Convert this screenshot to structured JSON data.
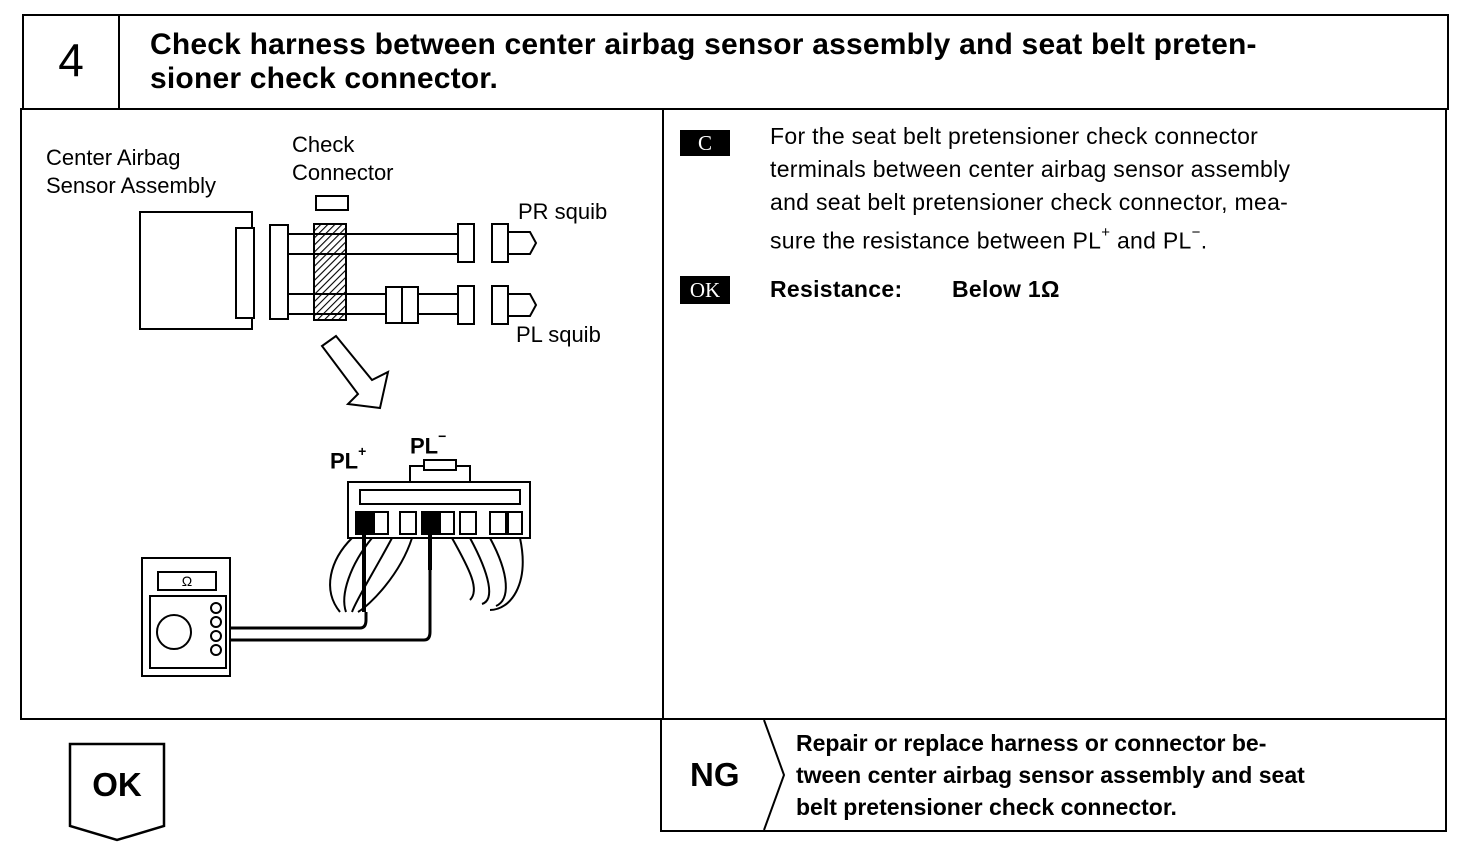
{
  "step": {
    "number": "4",
    "title_line1": "Check harness between center airbag sensor assembly and seat belt preten-",
    "title_line2": "sioner check connector."
  },
  "diagram": {
    "label_center_line1": "Center Airbag",
    "label_center_line2": "Sensor Assembly",
    "label_check_line1": "Check",
    "label_check_line2": "Connector",
    "label_pr_squib": "PR squib",
    "label_pl_squib": "PL squib",
    "terminal_pl_plus": "PL",
    "terminal_pl_plus_sup": "+",
    "terminal_pl_minus": "PL",
    "terminal_pl_minus_sup": "−",
    "meter_symbol": "Ω"
  },
  "instructions": {
    "badge_c": "C",
    "text_line1": "For the seat belt pretensioner check connector",
    "text_line2": "terminals between center airbag sensor assembly",
    "text_line3": "and seat belt pretensioner check connector, mea-",
    "text_line4_a": "sure the resistance between PL",
    "text_line4_sup1": "+",
    "text_line4_b": " and PL",
    "text_line4_sup2": "−",
    "text_line4_c": ".",
    "badge_ok": "OK",
    "resistance_label": "Resistance:",
    "resistance_value": "Below 1Ω"
  },
  "result_ok": {
    "label": "OK"
  },
  "result_ng": {
    "label": "NG",
    "text_line1": "Repair or replace harness or connector be-",
    "text_line2": "tween center airbag sensor assembly and seat",
    "text_line3": "belt pretensioner check connector."
  }
}
